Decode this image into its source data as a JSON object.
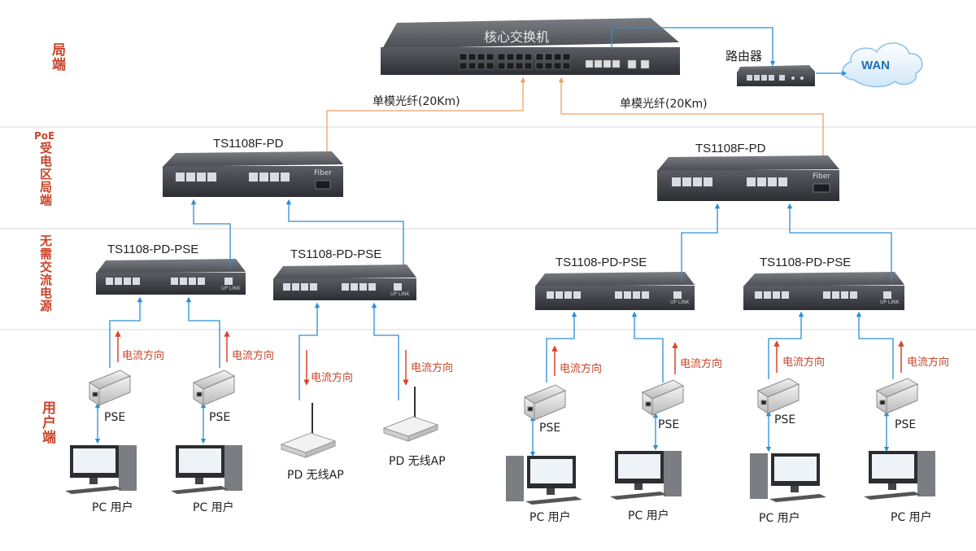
{
  "zones": {
    "office": "局端",
    "poe_tag": "PoE",
    "pd_office": "受电区局端",
    "no_ac": "无需交流电源",
    "user": "用户端"
  },
  "core": {
    "title": "核心交换机"
  },
  "router": {
    "label": "路由器"
  },
  "wan": {
    "label": "WAN"
  },
  "fiber": {
    "left": "单模光纤(20Km)",
    "right": "单模光纤(20Km)"
  },
  "pd_switches": [
    "TS1108F-PD",
    "TS1108F-PD"
  ],
  "pse_switches": [
    "TS1108-PD-PSE",
    "TS1108-PD-PSE",
    "TS1108-PD-PSE",
    "TS1108-PD-PSE"
  ],
  "current_direction": "电流方向",
  "pse_label": "PSE",
  "pc_label": "PC 用户",
  "ap_label": "PD 无线AP",
  "fiber_port_label": "Fiber",
  "uplink_label": "UP LINK",
  "colors": {
    "zone_text": "#c8442a",
    "link_blue": "#2b8fd6",
    "fiber_orange": "#f0a060",
    "device_dark": "#3c3f45"
  }
}
